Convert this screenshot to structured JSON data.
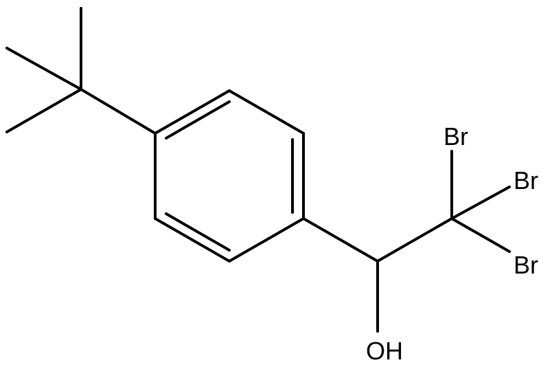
{
  "molecule": {
    "atoms": {
      "br_top": "Br",
      "br_right": "Br",
      "br_bottom": "Br",
      "hydroxyl": "OH"
    }
  },
  "colors": {
    "bond": "#000000",
    "background": "#ffffff"
  }
}
